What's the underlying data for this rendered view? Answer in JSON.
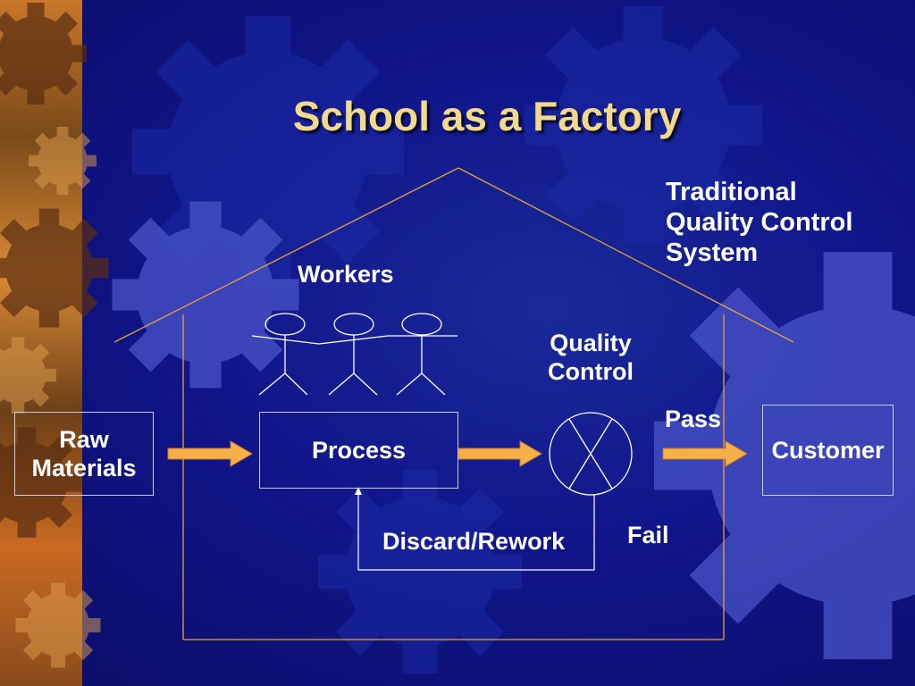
{
  "slide": {
    "title": "School as a Factory",
    "system_label_lines": [
      "Traditional",
      "Quality Control",
      "System"
    ],
    "workers_label": "Workers",
    "quality_control_lines": [
      "Quality",
      "Control"
    ],
    "raw_materials_lines": [
      "Raw",
      "Materials"
    ],
    "process_label": "Process",
    "customer_label": "Customer",
    "pass_label": "Pass",
    "fail_label": "Fail",
    "discard_label": "Discard/Rework"
  },
  "colors": {
    "title": "#f3d98a",
    "arrow": "#f6b04a",
    "house_outline": "#e8a03a",
    "background": "#10158a"
  },
  "icons": [
    "gear-icon",
    "stick-figure-icon",
    "inspection-circle-icon"
  ]
}
